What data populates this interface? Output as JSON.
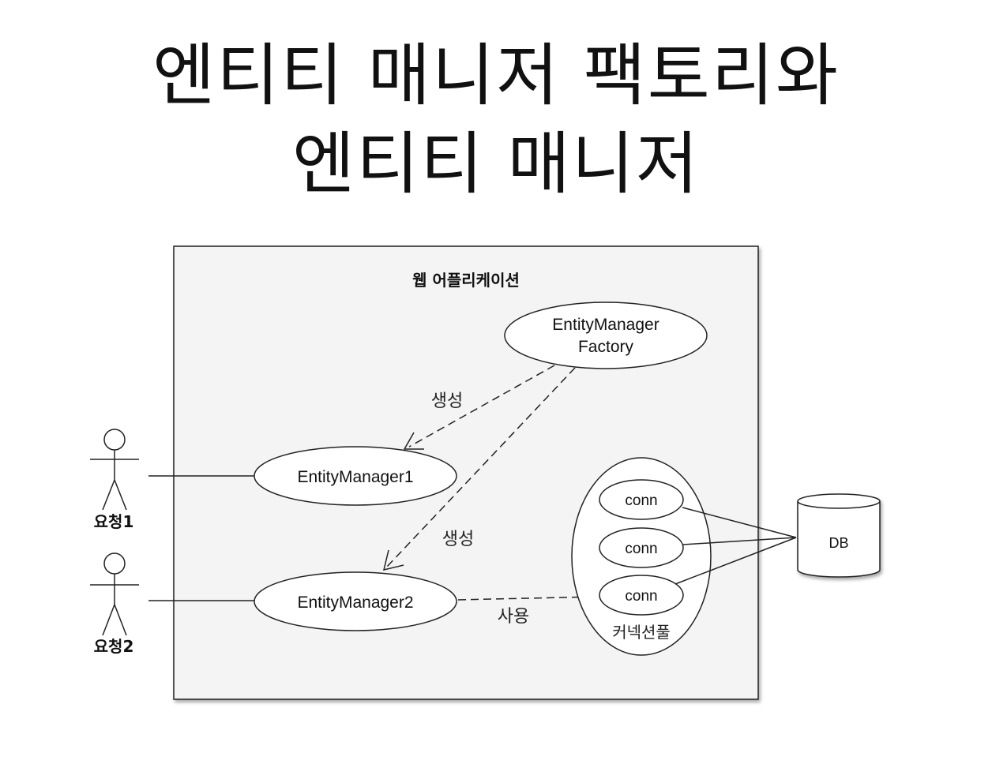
{
  "title": {
    "line1": "엔티티 매니저 팩토리와",
    "line2": "엔티티 매니저"
  },
  "diagram": {
    "container_label": "웹 어플리케이션",
    "factory": {
      "line1": "EntityManager",
      "line2": "Factory"
    },
    "em1": "EntityManager1",
    "em2": "EntityManager2",
    "create_label_1": "생성",
    "create_label_2": "생성",
    "use_label": "사용",
    "pool_label": "커넥션풀",
    "conns": [
      "conn",
      "conn",
      "conn"
    ],
    "db": "DB",
    "actors": [
      "요청1",
      "요청2"
    ]
  }
}
